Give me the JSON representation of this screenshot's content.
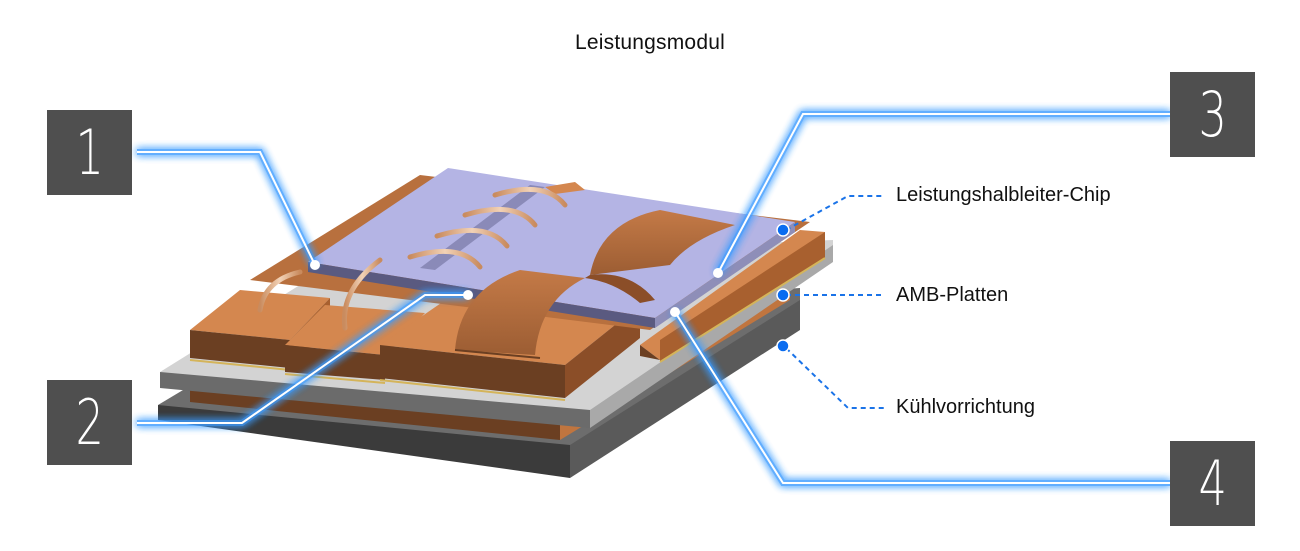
{
  "title": "Leistungsmodul",
  "callouts": [
    {
      "number": "1"
    },
    {
      "number": "2"
    },
    {
      "number": "3"
    },
    {
      "number": "4"
    }
  ],
  "labels": [
    {
      "text": "Leistungshalbleiter-Chip"
    },
    {
      "text": "AMB-Platten"
    },
    {
      "text": "Kühlvorrichtung"
    }
  ],
  "colors": {
    "callout_box": "#4f4f4f",
    "callout_line_glow": "#3a9bff",
    "label_leader": "#1a73e8",
    "chip": "#b4b4e4",
    "copper": "#d4874f",
    "copper_dark": "#6b3f22",
    "ceramic": "#d3d3d3",
    "heatsink": "#5a5a5a"
  }
}
